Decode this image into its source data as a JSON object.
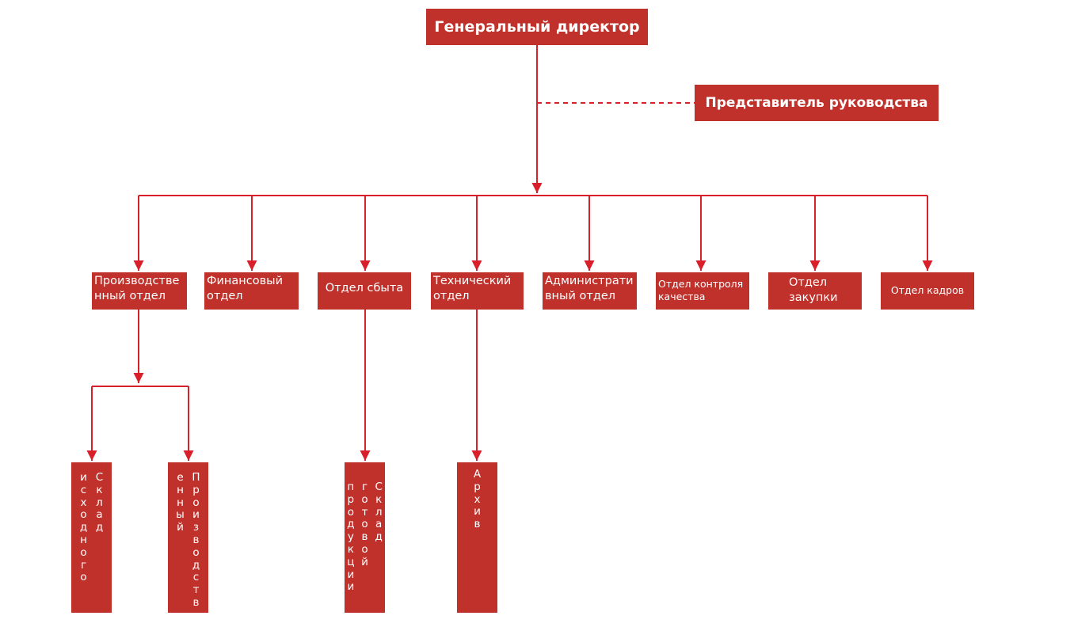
{
  "colors": {
    "accent": "#c0312b",
    "line": "#d9202a"
  },
  "ceo": {
    "title": "Генеральный директор"
  },
  "representative": {
    "title": "Представитель руководства"
  },
  "departments": [
    {
      "name": "production-department",
      "label": "Производстве нный отдел"
    },
    {
      "name": "finance-department",
      "label": "Финансовый отдел"
    },
    {
      "name": "sales-department",
      "label": "Отдел сбыта"
    },
    {
      "name": "technical-department",
      "label": "Технический отдел"
    },
    {
      "name": "administrative-department",
      "label": "Администрати вный отдел"
    },
    {
      "name": "quality-control-department",
      "label": "Отдел контроля качества"
    },
    {
      "name": "purchasing-department",
      "label": "Отдел закупки"
    },
    {
      "name": "hr-department",
      "label": "Отдел кадров"
    }
  ],
  "subunits": [
    {
      "name": "raw-materials-warehouse",
      "label": "Склад исходного"
    },
    {
      "name": "production-workshop",
      "label": "Производств енный цех"
    },
    {
      "name": "finished-goods-warehouse",
      "label": "Склад готовой продукции"
    },
    {
      "name": "archive",
      "label": "Архив"
    }
  ]
}
